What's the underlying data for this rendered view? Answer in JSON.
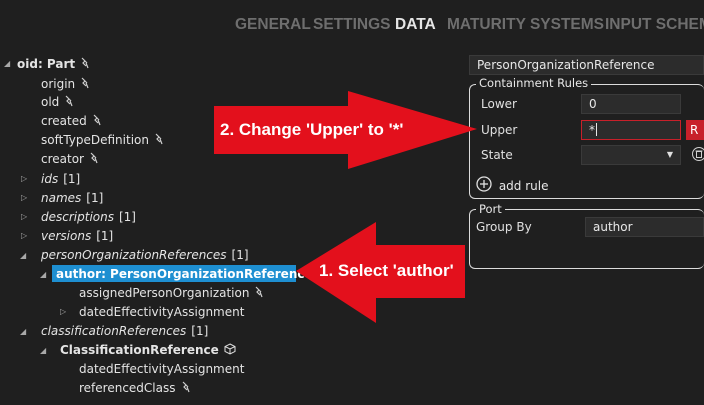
{
  "tabs": [
    "GENERAL",
    "SETTINGS",
    "DATA",
    "MATURITY SYSTEMS",
    "INPUT SCHEM"
  ],
  "active_tab": "DATA",
  "tree": {
    "root_label": "oid:  Part",
    "items": [
      {
        "label": "origin"
      },
      {
        "label": "old"
      },
      {
        "label": "created"
      },
      {
        "label": "softTypeDefinition"
      },
      {
        "label": "creator"
      },
      {
        "label": "ids",
        "count": "[1]"
      },
      {
        "label": "names",
        "count": "[1]"
      },
      {
        "label": "descriptions",
        "count": "[1]"
      },
      {
        "label": "versions",
        "count": "[1]"
      },
      {
        "label": "personOrganizationReferences",
        "count": "[1]"
      },
      {
        "label": "author:  PersonOrganizationReference"
      },
      {
        "label": "assignedPersonOrganization"
      },
      {
        "label": "datedEffectivityAssignment"
      },
      {
        "label": "classificationReferences",
        "count": "[1]"
      },
      {
        "label": "ClassificationReference"
      },
      {
        "label": "datedEffectivityAssignment"
      },
      {
        "label": "referencedClass"
      }
    ]
  },
  "properties": {
    "type_value": "PersonOrganizationReference",
    "containment": {
      "title": "Containment Rules",
      "lower_label": "Lower",
      "lower_value": "0",
      "upper_label": "Upper",
      "upper_value": "*",
      "upper_button": "R",
      "state_label": "State",
      "state_value": "",
      "add_rule": "add rule"
    },
    "port": {
      "title": "Port",
      "group_by_label": "Group By",
      "group_by_value": "author"
    }
  },
  "annotations": {
    "step1": "1. Select 'author'",
    "step2": "2. Change 'Upper' to '*'"
  },
  "colors": {
    "selection": "#1e8fd1",
    "annotation_red": "#e3101c",
    "background": "#1f1f1f"
  }
}
